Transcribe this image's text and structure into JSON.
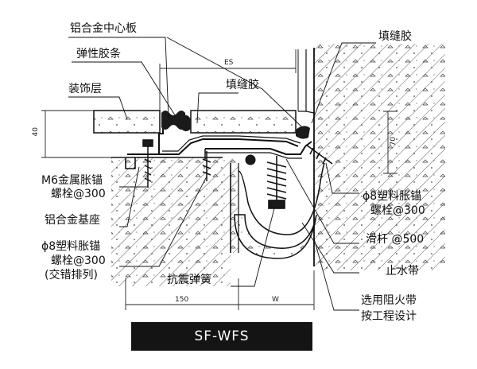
{
  "labels": {
    "al_center_plate": "铝合金中心板",
    "elastic_strip": "弹性胶条",
    "decor_layer": "装饰层",
    "filler_top_right": "填缝胶",
    "filler_mid": "填缝胶",
    "m6_anchor_1": "M6金属胀锚",
    "m6_anchor_2": "螺栓@300",
    "al_base": "铝合金基座",
    "phi8_left_1": "ϕ8塑料胀锚",
    "phi8_left_2": "螺栓@300",
    "phi8_left_3": "(交错排列)",
    "phi8_right_1": "ϕ8塑料胀锚",
    "phi8_right_2": "螺栓@300",
    "slide_bar": "滑杆 @500",
    "waterstop": "止水带",
    "spring": "抗震弹簧",
    "fire_belt_1": "选用阻火带",
    "fire_belt_2": "按工程设计"
  },
  "dims": {
    "es": "ES",
    "h40": "40",
    "h70": "70",
    "d150": "150",
    "w": "W"
  },
  "model": "SF-WFS",
  "colors": {
    "ink": "#111111",
    "title_bg": "#141414",
    "title_fg": "#ffffff",
    "rubber": "#1a1a1a"
  }
}
